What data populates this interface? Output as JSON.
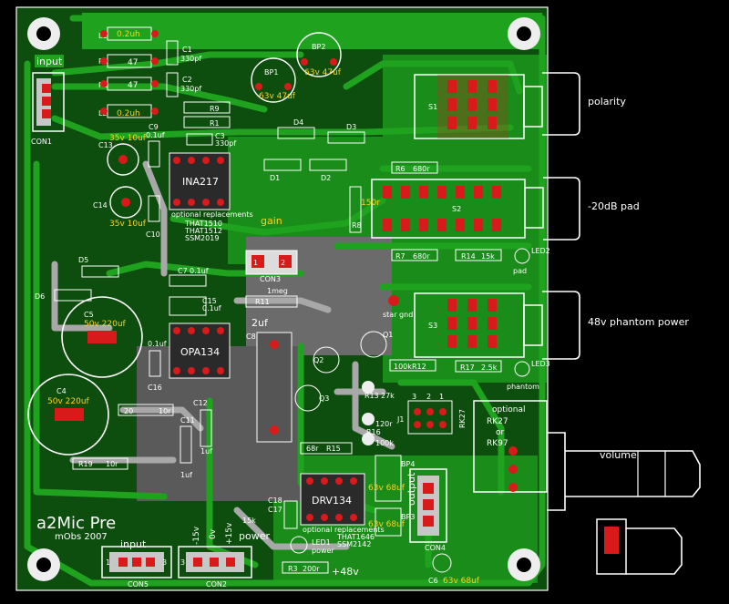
{
  "board": {
    "title": "a2Mic Pre",
    "author": "mObs 2007",
    "colors": {
      "board": "#0d4d0d",
      "copper_top": "#1fa31f",
      "copper_bottom": "#a8a8a8",
      "pad": "#d81a1a",
      "silk": "#ffffff",
      "label": "#ffd21a",
      "background": "#000000"
    }
  },
  "side_labels": {
    "polarity": "polarity",
    "pad20": "-20dB pad",
    "phantom": "48v phantom power",
    "volume": "volume",
    "optional": "optional",
    "rk27": "RK27",
    "or": "or",
    "rk97": "RK97"
  },
  "connectors": {
    "input_top": "input",
    "con1": "CON1",
    "input_bottom": "input",
    "con5": "CON5",
    "power": "power",
    "con2": "CON2",
    "v15p": "+15v",
    "v0": "0v",
    "v15n": "-15v",
    "output": "output",
    "con4": "CON4",
    "con3": "CON3",
    "v48": "+48v"
  },
  "components": {
    "l1": "L1",
    "l1_val": "0.2uh",
    "l2": "L2",
    "l2_val": "0.2uh",
    "r1": "R1",
    "r2": "R2",
    "r47a": "47",
    "r47b": "47",
    "c1": "C1",
    "c1_val": "330pf",
    "c2": "C2",
    "c2_val": "330pf",
    "bp1": "BP1",
    "bp1_val": "63v 47uf",
    "bp2": "BP2",
    "bp2_val": "63v 47uf",
    "r9": "R9",
    "r10a": "R1",
    "c3": "C3",
    "c3_val": "330pf",
    "c13": "C13",
    "c13_val": "35v 10uf",
    "c14": "C14",
    "c14_val": "35v 10uf",
    "c9": "C9",
    "c9_val": "0.1uf",
    "c10": "C10",
    "ina": "INA217",
    "opt1": "optional replacements",
    "that1510": "THAT1510",
    "that1512": "THAT1512",
    "ssm2019": "SSM2019",
    "gain": "gain",
    "d1": "D1",
    "d2": "D2",
    "d3": "D3",
    "d4": "D4",
    "r6": "R6",
    "r6_val": "680r",
    "r7": "R7",
    "r7_val": "680r",
    "r8": "R8",
    "r8_val": "150r",
    "r14": "R14",
    "r14_val": "15k",
    "s1": "S1",
    "s2": "S2",
    "s3": "S3",
    "led2": "LED2",
    "led3": "LED3",
    "pad": "pad",
    "phantom": "phantom",
    "d5": "D5",
    "d6": "D6",
    "c5": "C5",
    "c5_val": "50v 220uf",
    "c4": "C4",
    "c4_val": "50v 220uf",
    "c7": "C7",
    "c7_val": "0.1uf",
    "c15": "C15",
    "c15_val": "0.1uf",
    "r11": "R11",
    "r11_val": "1meg",
    "star": "star gnd",
    "c8": "C8",
    "c8_val": "2uf",
    "opa": "OPA134",
    "c16": "C16",
    "c16_val": "0.1uf",
    "q1": "Q1",
    "q2": "Q2",
    "q3": "Q3",
    "r17": "R17",
    "r17_val": "2.5k",
    "r100": "100k",
    "r12": "R12",
    "r13": "R13",
    "r13_val": "27k",
    "r120": "120r",
    "r15": "R15",
    "r15_val": "68r",
    "r16": "R16",
    "r16_val": "100k",
    "c12": "C12",
    "c11": "C11",
    "c11_val": "1uf",
    "c12_val": "1uf",
    "r20": "20",
    "r10": "10r",
    "r19": "R19",
    "r19_val": "10r",
    "j1": "J1",
    "rk27b": "RK27",
    "bp3": "BP3",
    "bp3_val": "63v 68uf",
    "bp4": "BP4",
    "bp4_val": "63v 68uf",
    "c6": "C6",
    "c6_val": "63v 68uf",
    "drv": "DRV134",
    "opt2": "optional replacements",
    "that1646": "THAT1646",
    "ssm2142": "SSM2142",
    "c18": "C18",
    "c17": "C17",
    "r3": "R3",
    "r3_val": "200r",
    "led1": "LED1",
    "power_led": "power",
    "r15k": "15k",
    "pin1": "1",
    "pin2": "2",
    "pin3": "3",
    "rn1": "1",
    "rn2": "2",
    "rn3": "3"
  }
}
